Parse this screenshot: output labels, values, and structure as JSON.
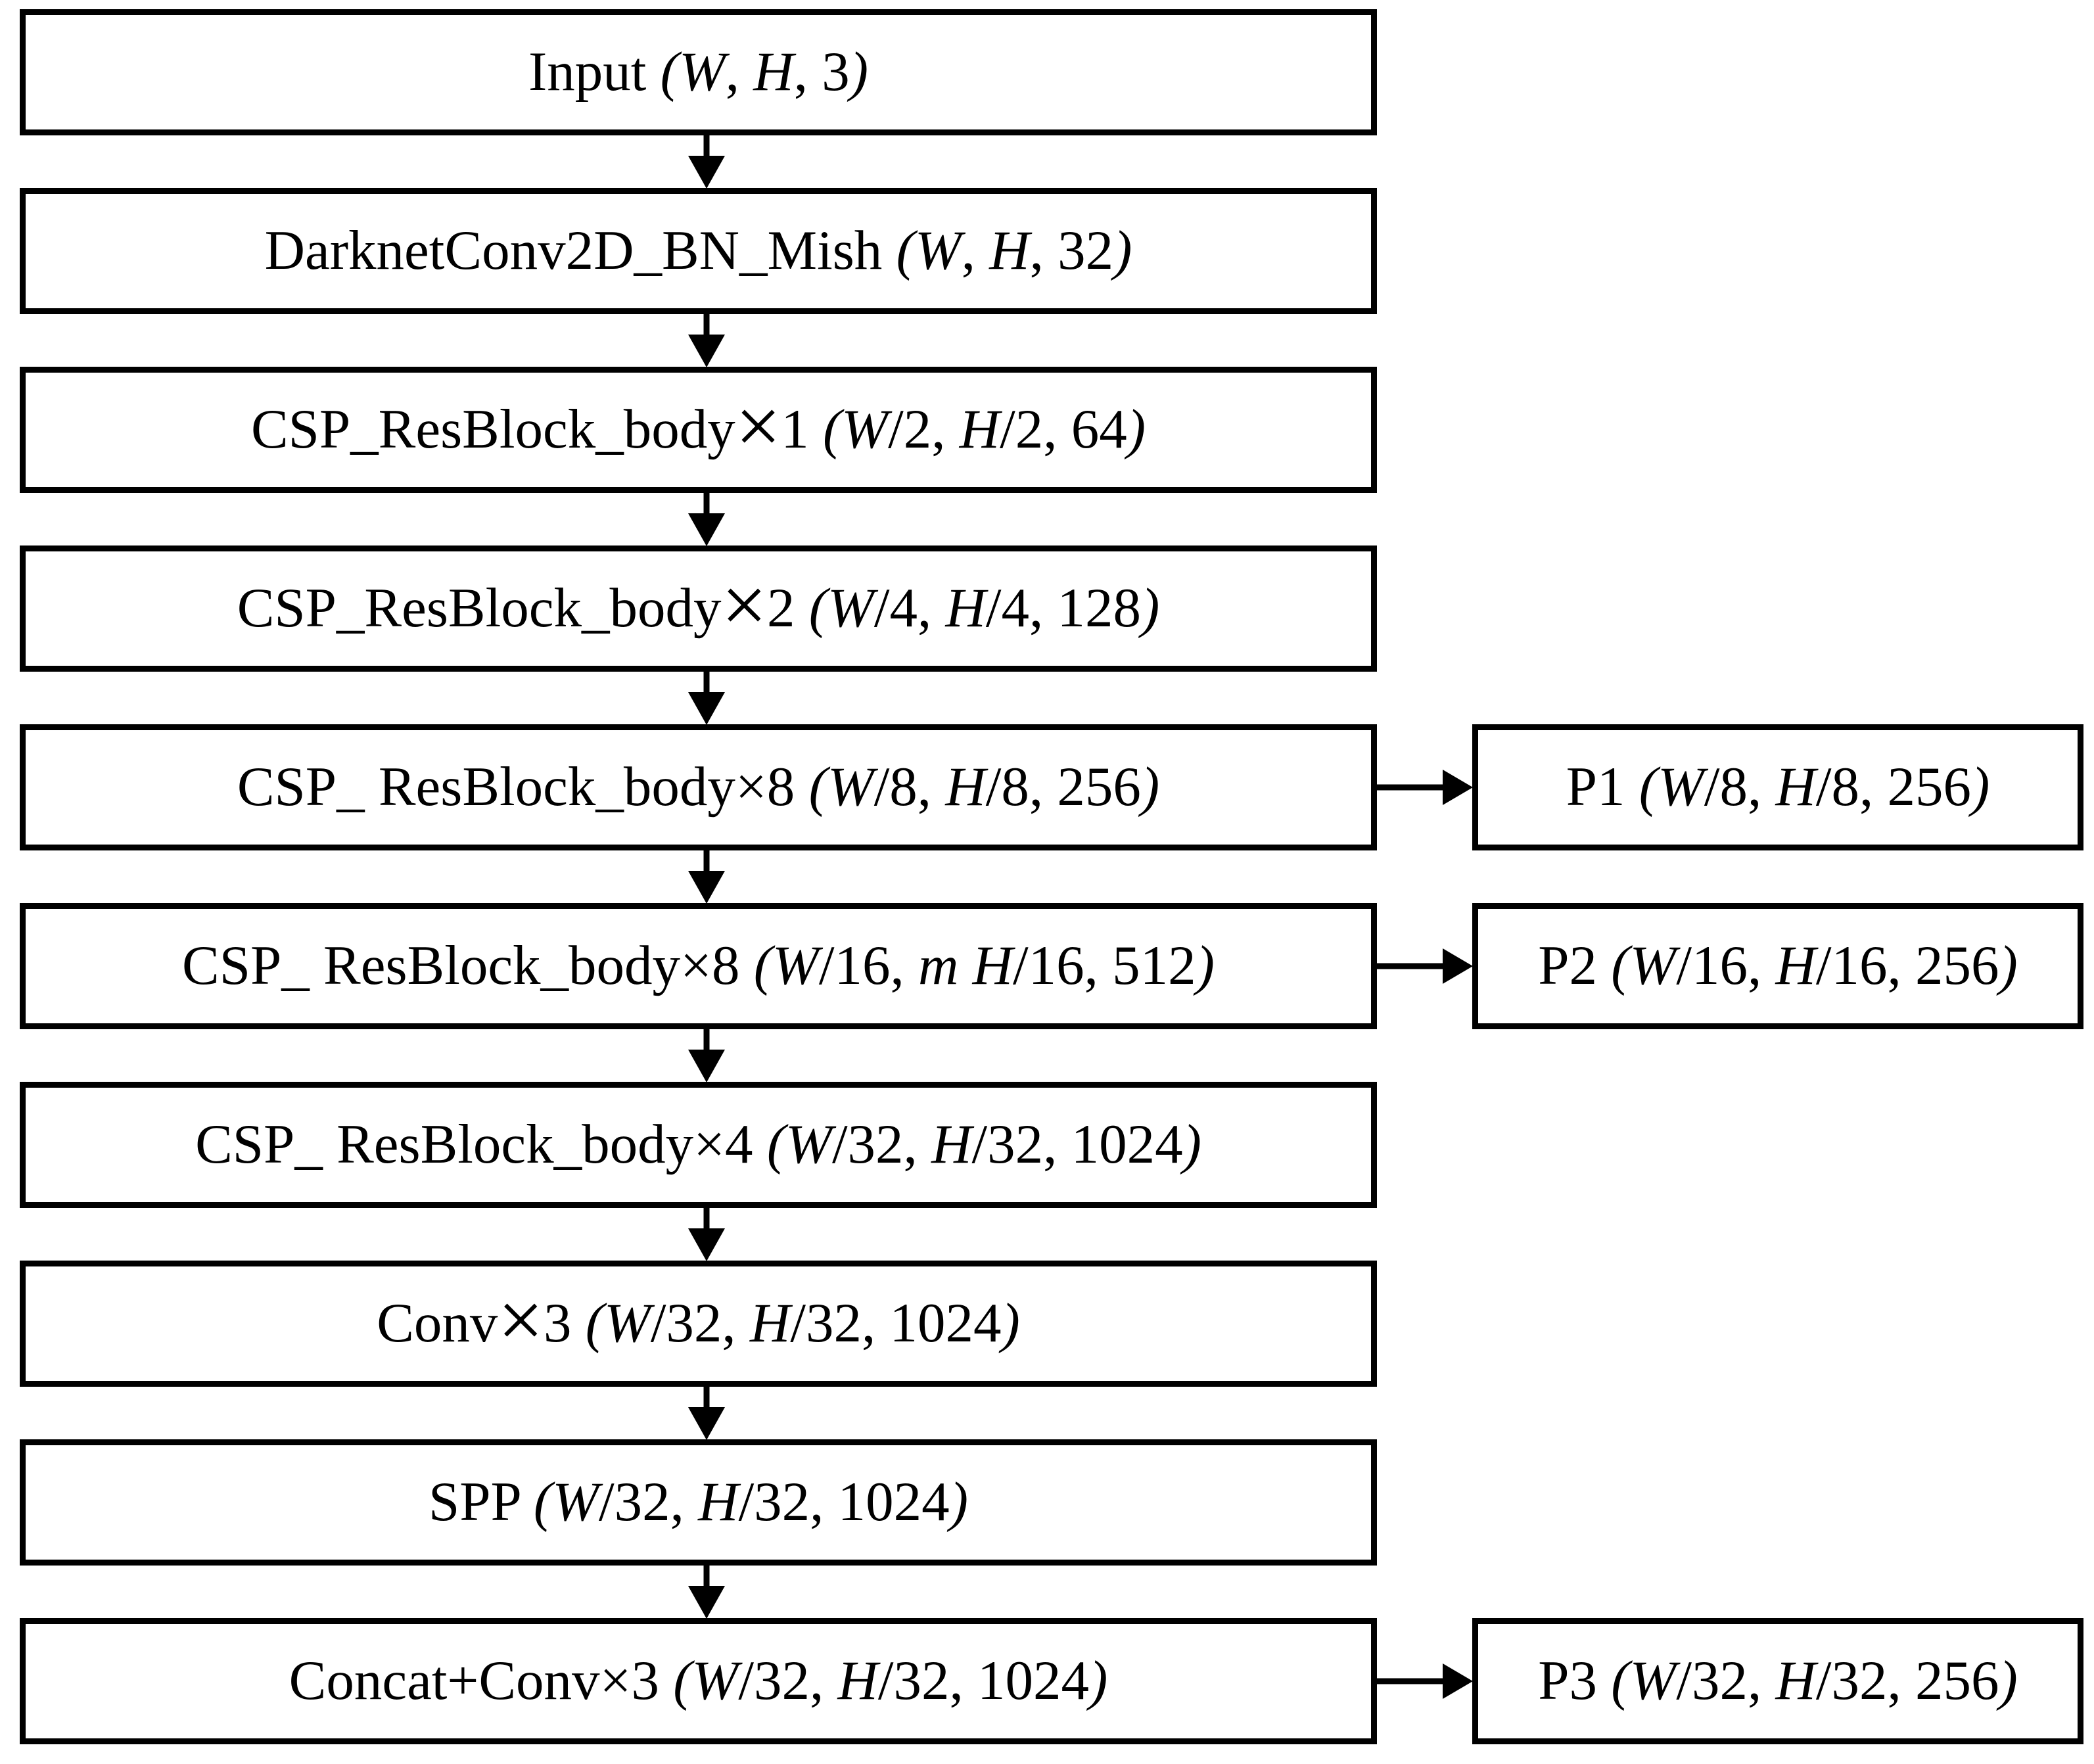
{
  "diagram": {
    "type": "flowchart",
    "description": "CSPDarknet backbone architecture flowchart",
    "colors": {
      "background": "#ffffff",
      "line": "#000000",
      "text": "#000000"
    },
    "nodes": [
      {
        "id": "input",
        "label": "Input *(W*, *H*, 3*)*"
      },
      {
        "id": "darknetconv2d_bn_mish",
        "label": "DarknetConv2D_BN_Mish *(W*, *H*, 32*)*"
      },
      {
        "id": "csp_resblock_body_x1",
        "label": "CSP_ResBlock_body#×#1 *(W*/2, *H*/2, 64*)*"
      },
      {
        "id": "csp_resblock_body_x2",
        "label": "CSP_ResBlock_body#×#2 *(W*/4, *H*/4, 128*)*"
      },
      {
        "id": "csp_resblock_body_x8_a",
        "label": "CSP_ ResBlock_body×8 *(W*/8, *H*/8, 256*)*"
      },
      {
        "id": "csp_resblock_body_x8_b",
        "label": "CSP_ ResBlock_body×8 *(W*/16, *m H*/16, 512*)*"
      },
      {
        "id": "csp_resblock_body_x4",
        "label": "CSP_ ResBlock_body×4 *(W*/32, *H*/32, 1024*)*"
      },
      {
        "id": "conv_x3",
        "label": "Conv#×#3 *(W*/32, *H*/32, 1024*)*"
      },
      {
        "id": "spp",
        "label": "SPP *(W*/32, *H*/32, 1024*)*"
      },
      {
        "id": "concat_conv_x3",
        "label": "Concat+Conv×3 *(W*/32, *H*/32, 1024*)*"
      },
      {
        "id": "p1",
        "label": "P1 *(W*/8, *H*/8, 256*)*"
      },
      {
        "id": "p2",
        "label": "P2 *(W*/16, *H*/16, 256*)*"
      },
      {
        "id": "p3",
        "label": "P3 *(W*/32, *H*/32, 256*)*"
      }
    ],
    "edges": [
      {
        "from": "input",
        "to": "darknetconv2d_bn_mish",
        "direction": "down"
      },
      {
        "from": "darknetconv2d_bn_mish",
        "to": "csp_resblock_body_x1",
        "direction": "down"
      },
      {
        "from": "csp_resblock_body_x1",
        "to": "csp_resblock_body_x2",
        "direction": "down"
      },
      {
        "from": "csp_resblock_body_x2",
        "to": "csp_resblock_body_x8_a",
        "direction": "down"
      },
      {
        "from": "csp_resblock_body_x8_a",
        "to": "csp_resblock_body_x8_b",
        "direction": "down"
      },
      {
        "from": "csp_resblock_body_x8_b",
        "to": "csp_resblock_body_x4",
        "direction": "down"
      },
      {
        "from": "csp_resblock_body_x4",
        "to": "conv_x3",
        "direction": "down"
      },
      {
        "from": "conv_x3",
        "to": "spp",
        "direction": "down"
      },
      {
        "from": "spp",
        "to": "concat_conv_x3",
        "direction": "down"
      },
      {
        "from": "csp_resblock_body_x8_a",
        "to": "p1",
        "direction": "right"
      },
      {
        "from": "csp_resblock_body_x8_b",
        "to": "p2",
        "direction": "right"
      },
      {
        "from": "concat_conv_x3",
        "to": "p3",
        "direction": "right"
      }
    ]
  }
}
